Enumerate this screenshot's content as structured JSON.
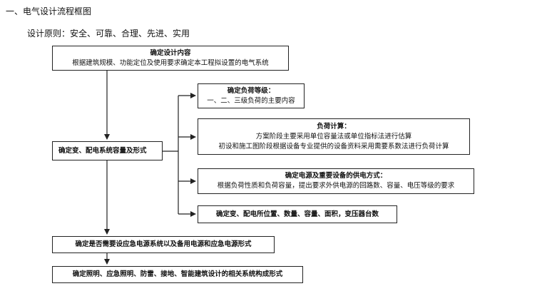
{
  "heading": "一、电气设计流程框图",
  "principle": "设计原则：安全、可靠、合理、先进、实用",
  "flow": {
    "determine_content": {
      "title": "确定设计内容",
      "desc": "根据建筑规模、功能定位及使用要求确定本工程拟设置的电气系统"
    },
    "determine_substation": "确定变、配电系统容量及形式",
    "load_level": {
      "title": "确定负荷等级：",
      "desc": "一、二、三级负荷的主要内容"
    },
    "load_calc": {
      "title": "负荷计算：",
      "line1": "方案阶段主要采用单位容量法或单位指标法进行估算",
      "line2": "初设和施工图阶段根据设备专业提供的设备资料采用需要系数法进行负荷计算"
    },
    "power_supply": {
      "title": "确定电源及重要设备的供电方式：",
      "desc": "根据负荷性质和负荷容量，提出要求外供电源的回路数、容量、电压等级的要求"
    },
    "substation_location": "确定变、配电所位置、数量、容量、面积，变压器台数",
    "emergency_power": "确定是否需要设应急电源系统以及备用电源和应急电源形式",
    "lighting_systems": "确定照明、应急照明、防雷、接地、智能建筑设计的相关系统构成形式"
  }
}
